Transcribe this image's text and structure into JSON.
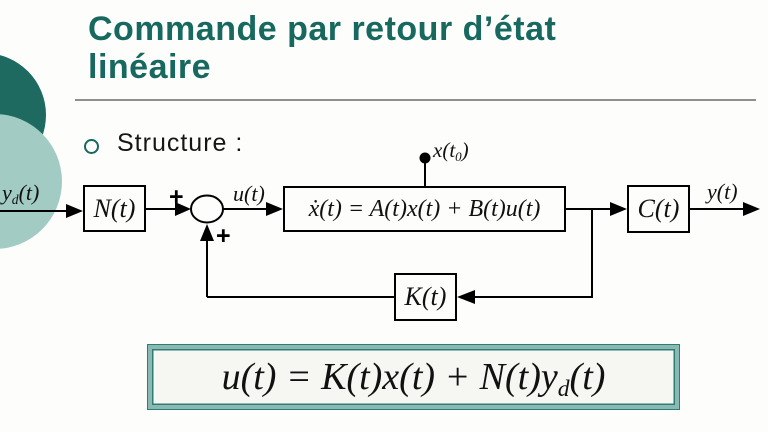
{
  "slide": {
    "title": {
      "line1": "Commande par retour d’état",
      "line2": "linéaire",
      "color": "#17685e"
    },
    "bullet": {
      "label": "Structure :",
      "marker_color": "#17685e"
    },
    "decoration": {
      "dark_circle_color": "#1e6a60",
      "light_circle_color": "#a2cbc4"
    }
  },
  "diagram": {
    "input_signal": {
      "base": "y",
      "sub": "d",
      "rest": "(t)"
    },
    "sum_plus_top": "+",
    "sum_plus_bottom": "+",
    "control_signal": "u(t)",
    "initial_state": {
      "base": "x(t",
      "sub": "0",
      "rest": ")"
    },
    "output_signal": "y(t)",
    "blocks": {
      "feedforward": "N(t)",
      "state_equation": "ẋ(t) =  A(t)x(t) +  B(t)u(t)",
      "output": "C(t)",
      "feedback": "K(t)"
    }
  },
  "formula": {
    "main": "u(t) = K(t)x(t) + N(t)y",
    "sub": "d",
    "rest": "(t)",
    "border_color": "#2e7d74"
  }
}
